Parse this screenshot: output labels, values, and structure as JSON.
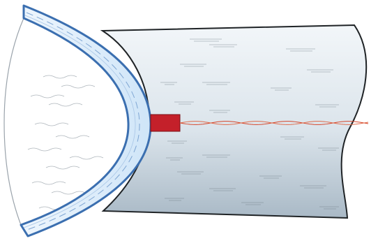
{
  "diagram": {
    "elements": [
      "cylinder-body",
      "curved-lens",
      "lens-interior",
      "red-sensor-block",
      "sensor-wire"
    ]
  },
  "colors": {
    "cylinder_light": "#f2f6f9",
    "cylinder_dark": "#a9b9c6",
    "outline": "#1f2326",
    "lens_fill": "#d9ecfb",
    "lens_stroke": "#3b6fb0",
    "lens_inner_line": "#7fa6d3",
    "interior_fill": "#ffffff",
    "interior_outline": "#9aa3ab",
    "sensor_red": "#c4202a",
    "wire_red": "#d6452a",
    "texture": "#6f7c86"
  }
}
